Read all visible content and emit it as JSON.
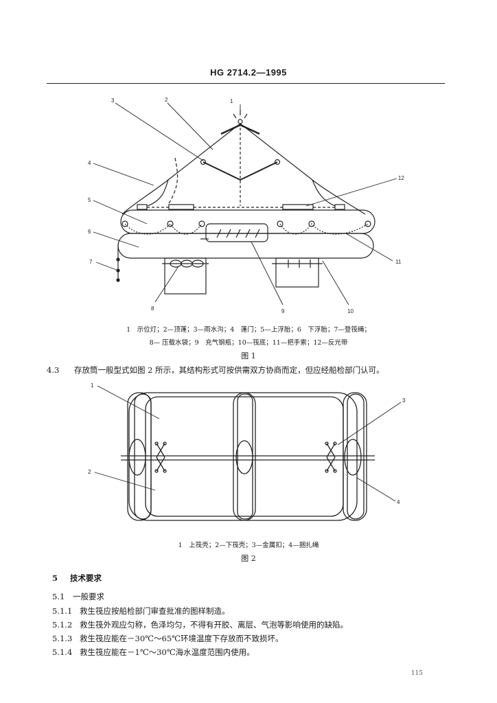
{
  "header": {
    "standard_no": "HG 2714.2—1995"
  },
  "figure1": {
    "callouts": [
      "1",
      "2",
      "3",
      "4",
      "5",
      "6",
      "7",
      "8",
      "9",
      "10",
      "11",
      "12"
    ],
    "legend_line1": "1　示位灯；2—顶蓬；3—雨水沟；4　蓬门；5—上浮胎；6　下浮胎；7—登筏绳；",
    "legend_line2": "8— 压载水袋；9　充气钢瓶；10—筏底；11—把手索；12—反光带",
    "title": "图 1"
  },
  "section_4_3": {
    "number": "4.3",
    "text": "存放筒一般型式如图 2 所示，其结构形式可按供需双方协商而定，但应经船检部门认可。"
  },
  "figure2": {
    "callouts": [
      "1",
      "2",
      "3",
      "4"
    ],
    "legend": "1　上筏壳；2—下筏壳；3—金属扣；4—捆扎绳",
    "title": "图 2"
  },
  "section_5": {
    "number": "5",
    "title": "技术要求",
    "subsection": {
      "number": "5.1",
      "title": "一般要求"
    },
    "items": [
      {
        "number": "5.1.1",
        "text": "救生筏应按船检部门审查批准的图样制造。"
      },
      {
        "number": "5.1.2",
        "text": "救生筏外观应匀称，色泽均匀，不得有开胶、离层、气泡等影响使用的缺陷。"
      },
      {
        "number": "5.1.3",
        "text": "救生筏应能在－30℃～65℃环境温度下存放而不致损坏。"
      },
      {
        "number": "5.1.4",
        "text": "救生筏应能在－1℃～30℃海水温度范围内使用。"
      }
    ]
  },
  "footer": {
    "page_number": "115"
  }
}
